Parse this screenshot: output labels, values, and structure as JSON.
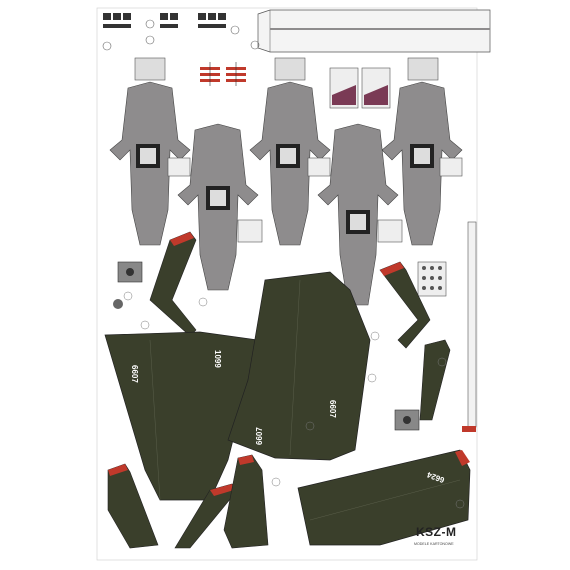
{
  "brand": {
    "logo": "KSZ-M",
    "subtitle": "MODELE KARTONOWE"
  },
  "registrations": {
    "r6607": "6607",
    "r1099": "1099",
    "r6624": "6624"
  },
  "colors": {
    "camouflage": "#3a3f2b",
    "grey": "#8e8c8d",
    "light_grey": "#c9c9c9",
    "red": "#c0392b",
    "outline": "#444444"
  }
}
